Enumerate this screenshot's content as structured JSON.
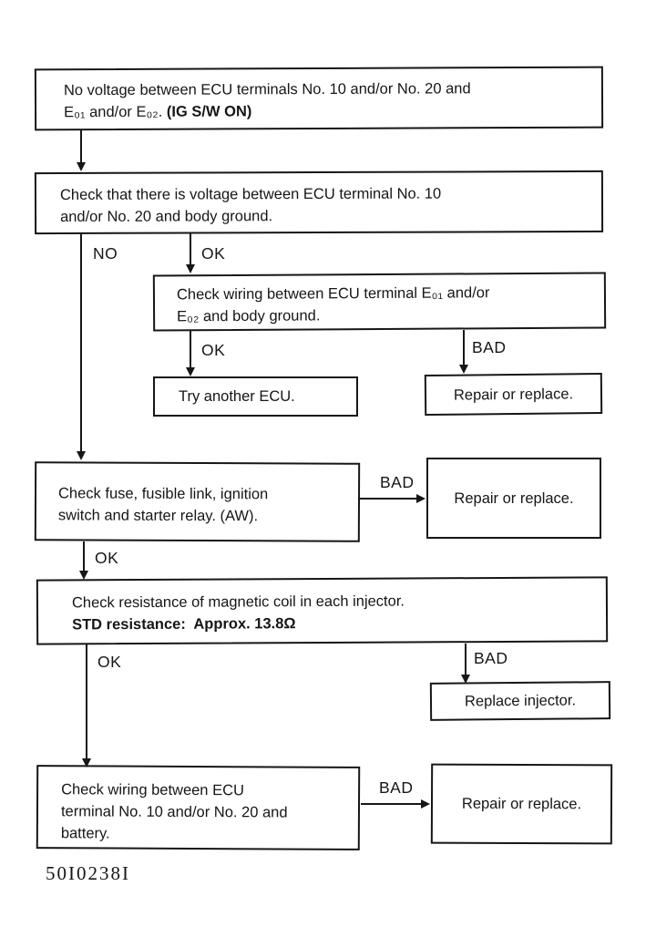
{
  "page": {
    "background": "#ffffff",
    "ink": "#161616",
    "footer_code": "50I0238I"
  },
  "flowchart": {
    "box_start": {
      "line1": "No voltage between ECU terminals No. 10 and/or No. 20 and",
      "line2_normal": "E₀₁ and/or E₀₂. ",
      "line2_bold": "(IG S/W ON)"
    },
    "box_check_voltage": {
      "line1": "Check that there is voltage between ECU terminal No. 10",
      "line2": "and/or No. 20 and body ground."
    },
    "box_check_wiring_ground": {
      "line1": "Check wiring between ECU terminal E₀₁ and/or",
      "line2": "E₀₂ and body ground."
    },
    "box_try_ecu": {
      "text": "Try another ECU."
    },
    "box_repair_1": {
      "text": "Repair or replace."
    },
    "box_check_fuse": {
      "line1": "Check fuse, fusible link, ignition",
      "line2": "switch and starter relay. (AW)."
    },
    "box_repair_2": {
      "text": "Repair or replace."
    },
    "box_check_resistance": {
      "line1": "Check resistance of magnetic coil in each injector.",
      "line2_bold": "STD resistance:  Approx. 13.8Ω"
    },
    "box_replace_injector": {
      "text": "Replace injector."
    },
    "box_check_wiring_battery": {
      "line1": "Check wiring between ECU",
      "line2": "terminal No. 10 and/or No. 20 and",
      "line3": "battery."
    },
    "box_repair_3": {
      "text": "Repair or replace."
    },
    "branches": {
      "no_1": "NO",
      "ok_1": "OK",
      "ok_2": "OK",
      "bad_1": "BAD",
      "bad_2": "BAD",
      "ok_3": "OK",
      "bad_3": "BAD",
      "ok_4": "OK",
      "bad_4": "BAD"
    }
  }
}
